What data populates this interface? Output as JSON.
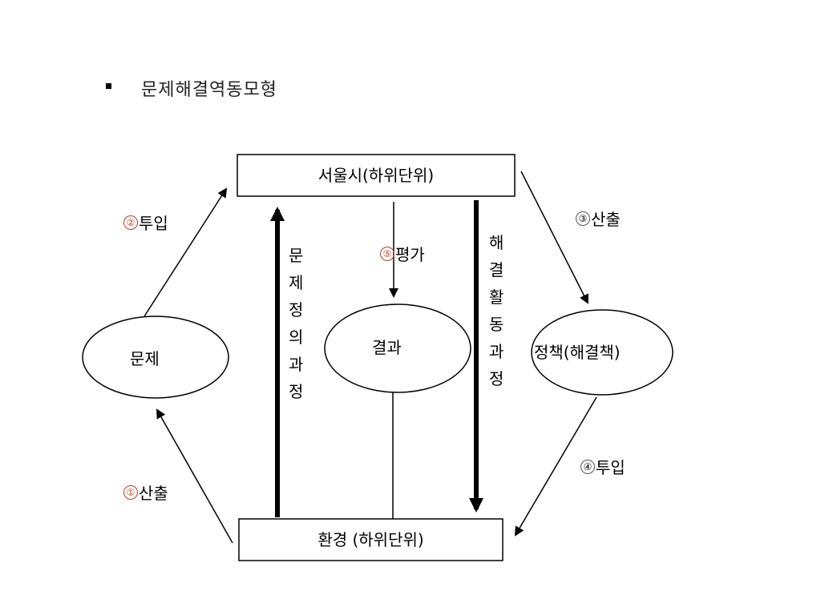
{
  "slide": {
    "bullet": "▪",
    "title": "문제해결역동모형"
  },
  "boxes": {
    "seoul": "서울시(하위단위)",
    "environment": "환경 (하위단위)"
  },
  "ellipses": {
    "problem": "문제",
    "result": "결과",
    "policy": "정책(해결책)"
  },
  "steps": [
    {
      "num": "①",
      "label": "산출"
    },
    {
      "num": "②",
      "label": "투입"
    },
    {
      "num": "③",
      "label": "산출"
    },
    {
      "num": "④",
      "label": "투입"
    },
    {
      "num": "⑤",
      "label": "평가"
    }
  ],
  "vertical_labels": {
    "definition": [
      "문",
      "제",
      "정",
      "의",
      "과",
      "정"
    ],
    "solution": [
      "해",
      "결",
      "활",
      "동",
      "과",
      "정"
    ]
  },
  "colors": {
    "step_number_highlight": "#c0392b",
    "line": "#000000"
  }
}
